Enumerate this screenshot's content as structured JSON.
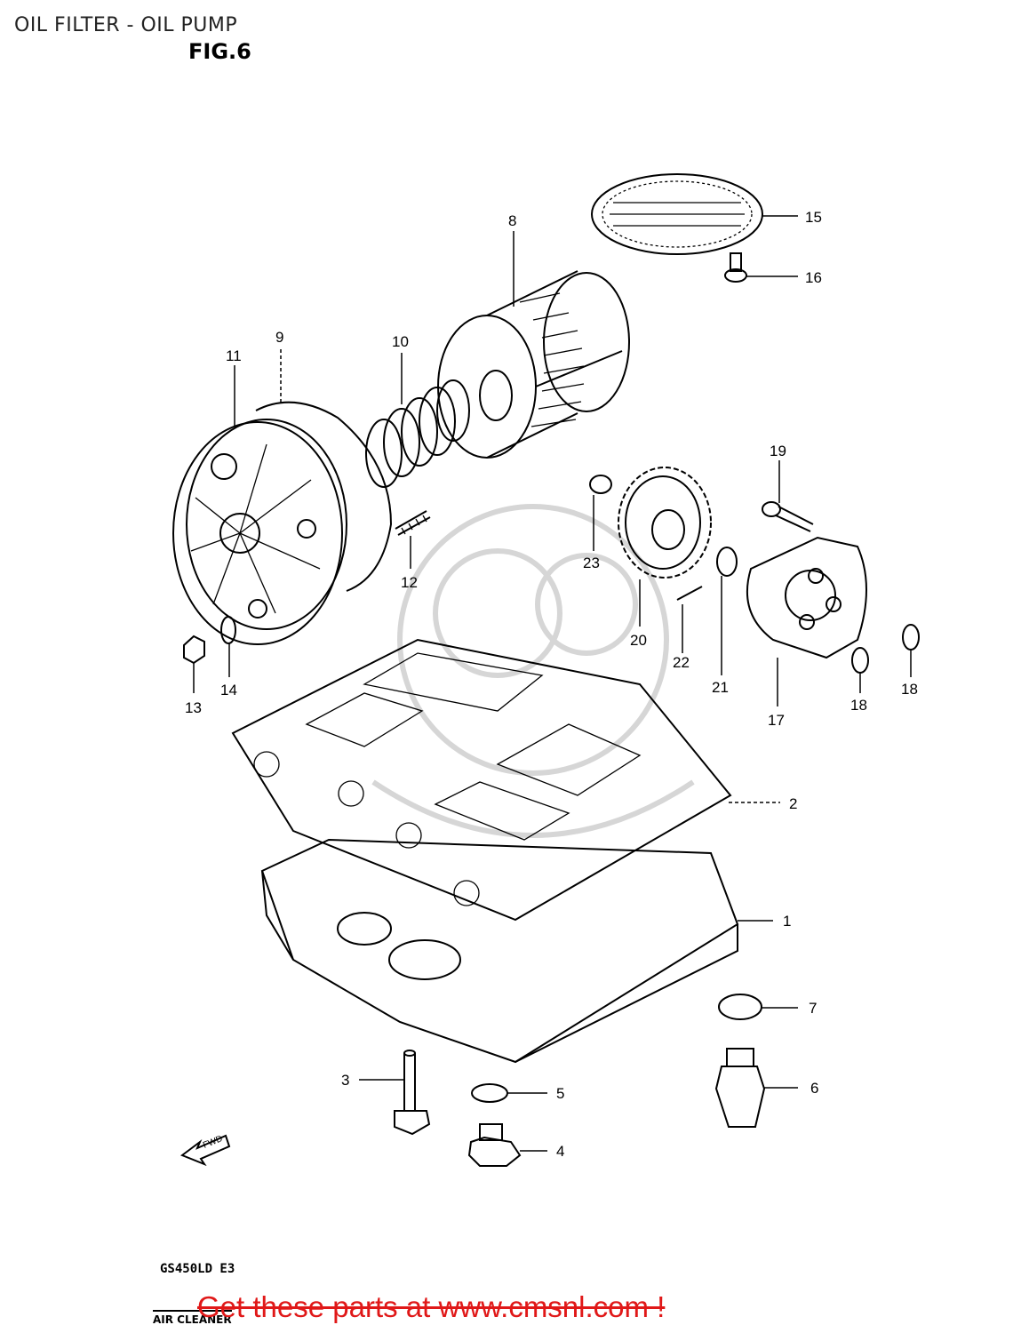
{
  "header": {
    "page_title": "OIL FILTER - OIL PUMP",
    "figure": "FIG.6"
  },
  "diagram": {
    "callouts": [
      {
        "id": "c1",
        "label": "1"
      },
      {
        "id": "c2",
        "label": "2"
      },
      {
        "id": "c3",
        "label": "3"
      },
      {
        "id": "c4",
        "label": "4"
      },
      {
        "id": "c5",
        "label": "5"
      },
      {
        "id": "c6",
        "label": "6"
      },
      {
        "id": "c7",
        "label": "7"
      },
      {
        "id": "c8",
        "label": "8"
      },
      {
        "id": "c9",
        "label": "9"
      },
      {
        "id": "c10",
        "label": "10"
      },
      {
        "id": "c11",
        "label": "11"
      },
      {
        "id": "c12",
        "label": "12"
      },
      {
        "id": "c13",
        "label": "13"
      },
      {
        "id": "c14",
        "label": "14"
      },
      {
        "id": "c15",
        "label": "15"
      },
      {
        "id": "c16",
        "label": "16"
      },
      {
        "id": "c17",
        "label": "17"
      },
      {
        "id": "c18a",
        "label": "18"
      },
      {
        "id": "c18b",
        "label": "18"
      },
      {
        "id": "c19",
        "label": "19"
      },
      {
        "id": "c20",
        "label": "20"
      },
      {
        "id": "c21",
        "label": "21"
      },
      {
        "id": "c22",
        "label": "22"
      },
      {
        "id": "c23",
        "label": "23"
      }
    ],
    "fwd_label": "FWD"
  },
  "footer": {
    "model_code": "GS450LD E3",
    "tab_label": "AIR CLEANER",
    "promo_text": "Get these parts at www.cmsnl.com !"
  },
  "colors": {
    "background": "#ffffff",
    "linework": "#000000",
    "promo": "#e01818",
    "watermark": "#d6d6d6"
  }
}
